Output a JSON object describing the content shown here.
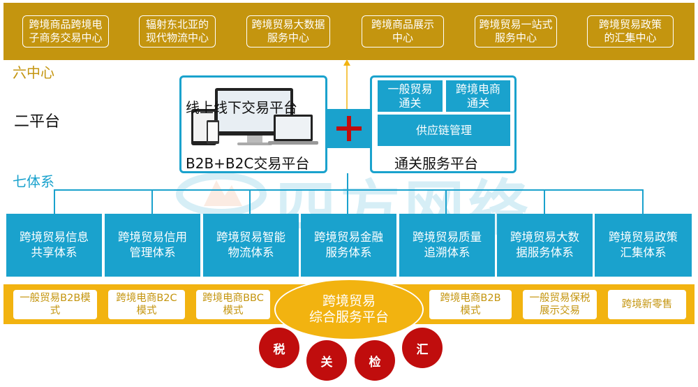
{
  "six_centers": {
    "label": "六中心",
    "items": [
      {
        "line1": "跨境商品跨境电",
        "line2": "子商务交易中心"
      },
      {
        "line1": "辐射东北亚的",
        "line2": "现代物流中心"
      },
      {
        "line1": "跨境贸易大数据",
        "line2": "服务中心"
      },
      {
        "line1": "跨境商品展示",
        "line2": "中心"
      },
      {
        "line1": "跨境贸易一站式",
        "line2": "服务中心"
      },
      {
        "line1": "跨境贸易政策",
        "line2": "的汇集中心"
      }
    ]
  },
  "two_platforms": {
    "label": "二平台",
    "left": {
      "top_text": "线上线下交易平台",
      "bottom_text": "B2B+B2C交易平台"
    },
    "plus": "+",
    "right": {
      "cell1_line1": "一般贸易",
      "cell1_line2": "通关",
      "cell2_line1": "跨境电商",
      "cell2_line2": "通关",
      "cell3": "供应链管理",
      "title": "通关服务平台"
    }
  },
  "seven_systems": {
    "label": "七体系",
    "items": [
      {
        "line1": "跨境贸易信息",
        "line2": "共享体系"
      },
      {
        "line1": "跨境贸易信用",
        "line2": "管理体系"
      },
      {
        "line1": "跨境贸易智能",
        "line2": "物流体系"
      },
      {
        "line1": "跨境贸易金融",
        "line2": "服务体系"
      },
      {
        "line1": "跨境贸易质量",
        "line2": "追溯体系"
      },
      {
        "line1": "跨境贸易大数",
        "line2": "据服务体系"
      },
      {
        "line1": "跨境贸易政策",
        "line2": "汇集体系"
      }
    ]
  },
  "modes": {
    "left": [
      {
        "line1": "一般贸易B2B模",
        "line2": "式"
      },
      {
        "line1": "跨境电商B2C",
        "line2": "模式"
      },
      {
        "line1": "跨境电商BBC",
        "line2": "模式"
      }
    ],
    "right": [
      {
        "line1": "跨境电商B2B",
        "line2": "模式"
      },
      {
        "line1": "一般贸易保税",
        "line2": "展示交易"
      },
      {
        "line1": "跨境新零售",
        "line2": ""
      }
    ]
  },
  "core": {
    "line1": "跨境贸易",
    "line2": "综合服务平台"
  },
  "circles": [
    "税",
    "关",
    "检",
    "汇"
  ],
  "watermark": "四方网络",
  "colors": {
    "gold": "#c4950f",
    "yellow": "#f2b310",
    "blue": "#1aa2cd",
    "red": "#c00d0d"
  }
}
